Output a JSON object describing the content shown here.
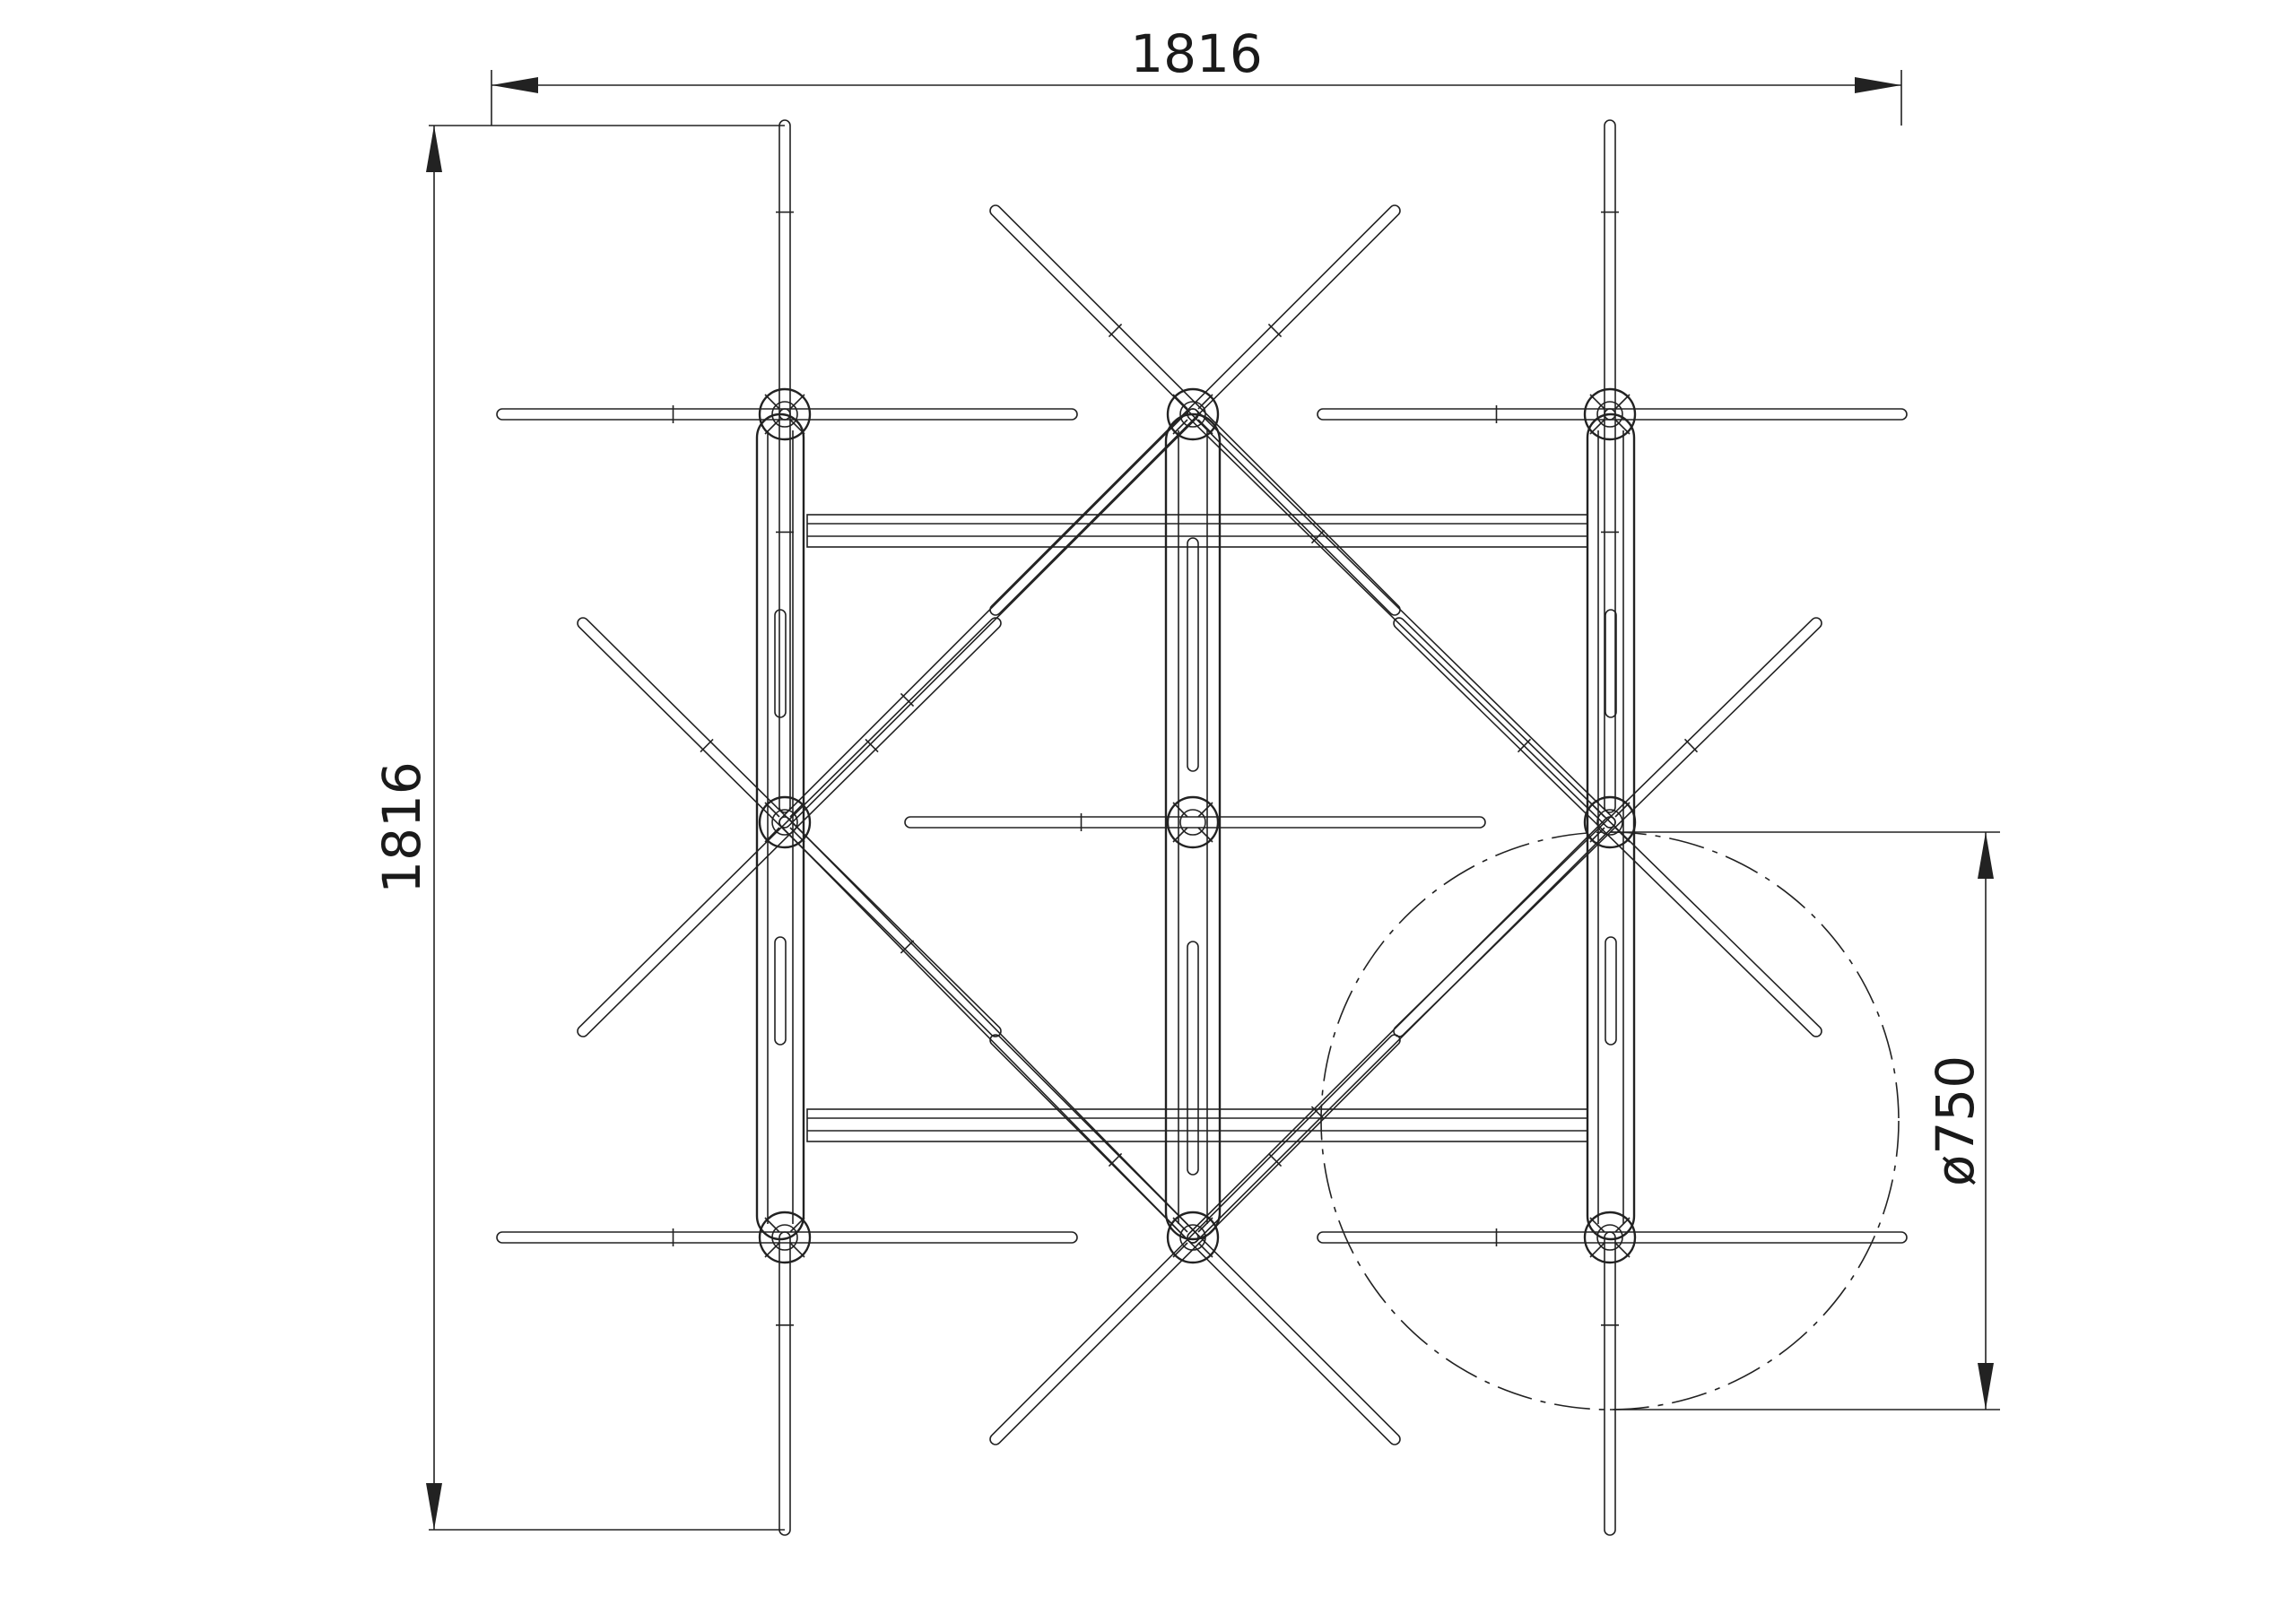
{
  "drawing": {
    "dimensions": {
      "width_label": "1816",
      "height_label": "1816",
      "circle_diameter_label": "ø750"
    },
    "colors": {
      "line": "#222222",
      "background": "#ffffff"
    }
  }
}
